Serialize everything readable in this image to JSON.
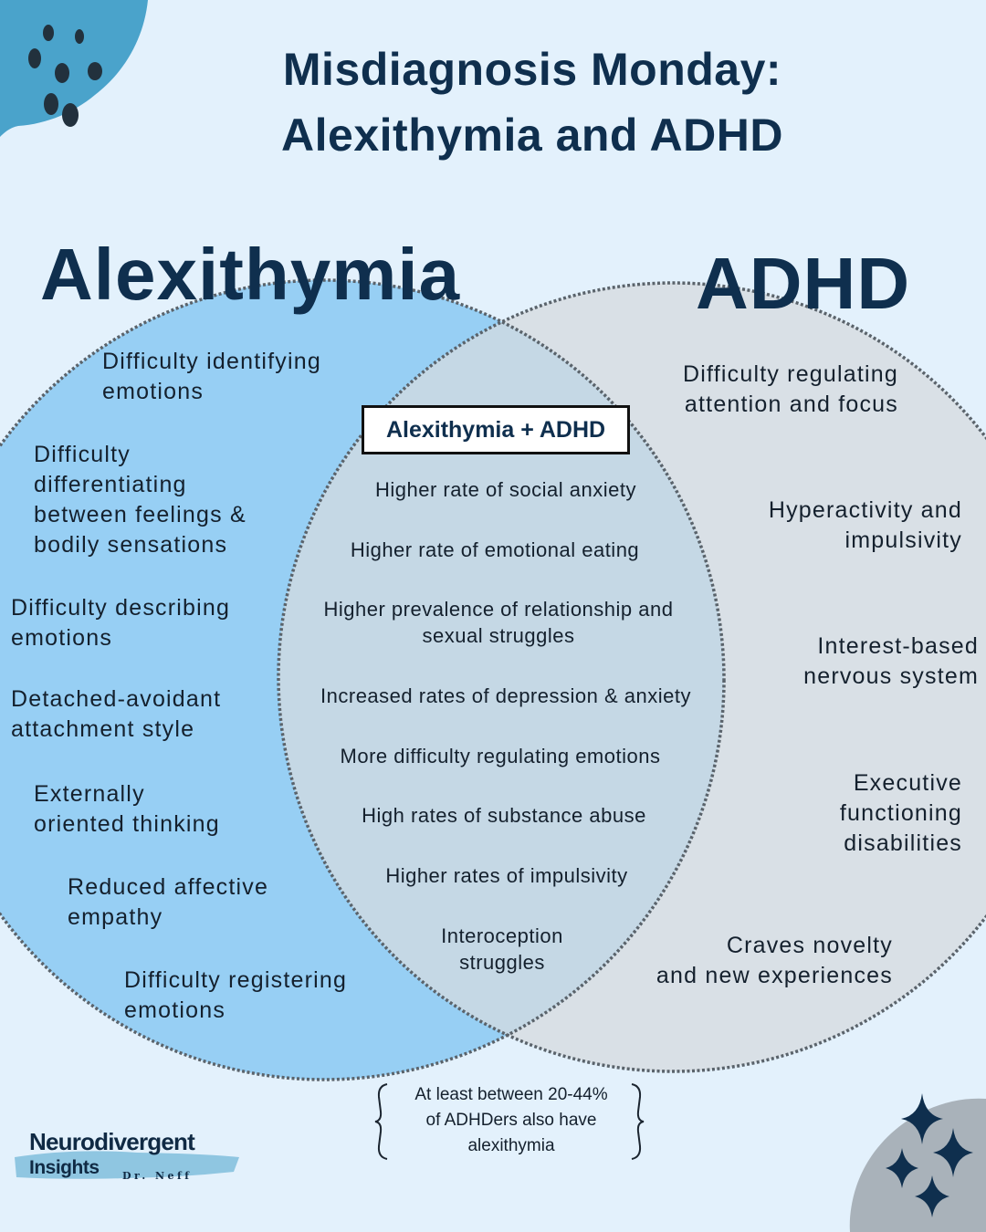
{
  "title": {
    "line1": "Misdiagnosis Monday:",
    "line2": "Alexithymia and ADHD"
  },
  "circles": {
    "left_label": "Alexithymia",
    "right_label": "ADHD",
    "left_color": "#97cff4",
    "right_color": "#d9e0e6",
    "overlap_color": "#c5d8e5",
    "outline_color": "#5a636b"
  },
  "overlap": {
    "heading": "Alexithymia + ADHD",
    "items": [
      {
        "lines": [
          "Higher rate of social anxiety"
        ]
      },
      {
        "lines": [
          "Higher rate of emotional eating"
        ]
      },
      {
        "lines": [
          "Higher prevalence of relationship and",
          "sexual struggles"
        ]
      },
      {
        "lines": [
          "Increased rates of depression & anxiety"
        ]
      },
      {
        "lines": [
          "More difficulty regulating emotions"
        ]
      },
      {
        "lines": [
          "High rates of substance abuse"
        ]
      },
      {
        "lines": [
          "Higher rates of impulsivity"
        ]
      },
      {
        "lines": [
          "Interoception",
          "struggles"
        ]
      }
    ]
  },
  "alexithymia_items": [
    {
      "lines": [
        "Difficulty identifying",
        "emotions"
      ]
    },
    {
      "lines": [
        "Difficulty",
        "differentiating",
        "between feelings &",
        "bodily sensations"
      ]
    },
    {
      "lines": [
        "Difficulty describing",
        "emotions"
      ]
    },
    {
      "lines": [
        "Detached-avoidant",
        "attachment style"
      ]
    },
    {
      "lines": [
        "Externally",
        "oriented thinking"
      ]
    },
    {
      "lines": [
        "Reduced affective",
        "empathy"
      ]
    },
    {
      "lines": [
        "Difficulty registering",
        "emotions"
      ]
    }
  ],
  "adhd_items": [
    {
      "lines": [
        "Difficulty regulating",
        "attention and focus"
      ]
    },
    {
      "lines": [
        "Hyperactivity and",
        "impulsivity"
      ]
    },
    {
      "lines": [
        "Interest-based",
        "nervous system"
      ]
    },
    {
      "lines": [
        "Executive",
        "functioning",
        "disabilities"
      ]
    },
    {
      "lines": [
        "Craves novelty",
        "and new experiences"
      ]
    }
  ],
  "stat_note": {
    "lines": [
      "At least between 20-44%",
      "of ADHDers also have",
      "alexithymia"
    ]
  },
  "logo": {
    "line1": "Neurodivergent",
    "line2": "Insights",
    "byline": "Dr. Neff"
  },
  "decor": {
    "icons": [
      "paint-splash-icon",
      "footprints-icon",
      "sparkle-stars-icon"
    ],
    "splash_color": "#4aa3cb",
    "corner_gray": "#a9b2ba",
    "star_color": "#0f2f4e",
    "footprint_color": "#22313d"
  }
}
